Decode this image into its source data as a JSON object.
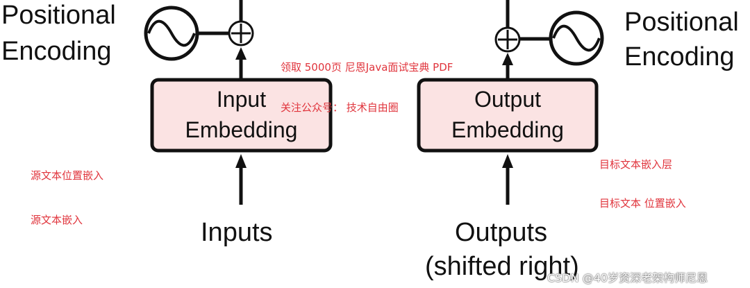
{
  "left": {
    "positional_encoding": [
      "Positional",
      "Encoding"
    ],
    "embedding": [
      "Input",
      "Embedding"
    ],
    "input_label": "Inputs"
  },
  "right": {
    "positional_encoding": [
      "Positional",
      "Encoding"
    ],
    "embedding": [
      "Output",
      "Embedding"
    ],
    "input_label": [
      "Outputs",
      "(shifted right)"
    ]
  },
  "annotations": {
    "promo_line1": "领取 5000页 尼恩Java面试宝典 PDF",
    "promo_line2": "关注公众号： 技术自由圈",
    "source_pos_embed": "源文本位置嵌入",
    "source_embed": "源文本嵌入",
    "target_embed_layer": "目标文本嵌入层",
    "target_pos_embed": "目标文本 位置嵌入"
  },
  "watermark": "CSDN @40岁资深老架构师尼恩",
  "colors": {
    "box_fill": "#fbe3e3",
    "stroke": "#111111",
    "annotation": "#e0343c"
  }
}
